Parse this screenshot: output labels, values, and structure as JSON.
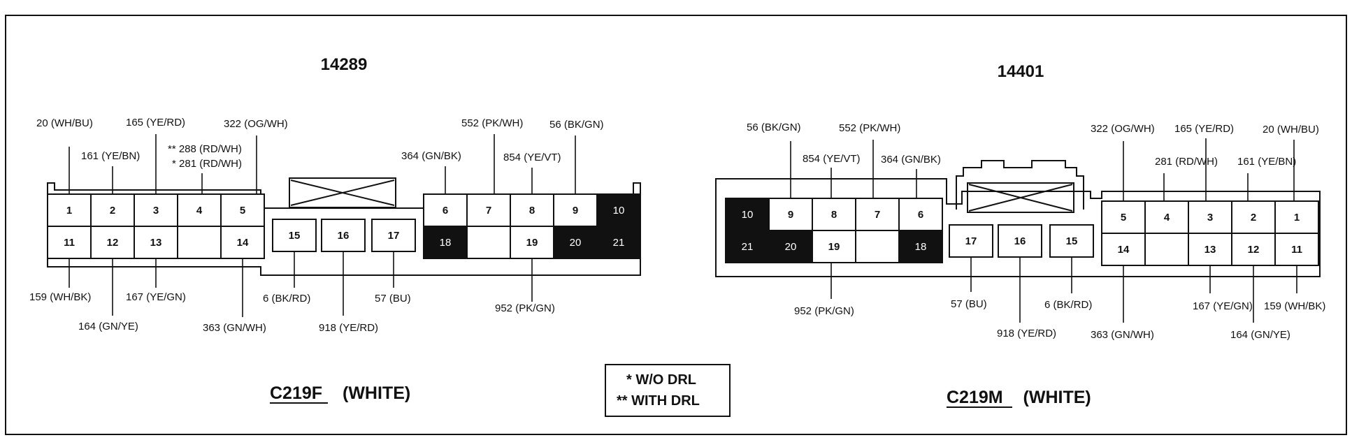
{
  "left": {
    "part_number": "14289",
    "connector_id": "C219F",
    "connector_color": "(WHITE)",
    "pins": [
      {
        "n": "1",
        "dark": false
      },
      {
        "n": "2",
        "dark": false
      },
      {
        "n": "3",
        "dark": false
      },
      {
        "n": "4",
        "dark": false
      },
      {
        "n": "5",
        "dark": false
      },
      {
        "n": "11",
        "dark": false
      },
      {
        "n": "12",
        "dark": false
      },
      {
        "n": "13",
        "dark": false
      },
      {
        "n": "",
        "dark": false
      },
      {
        "n": "14",
        "dark": false
      },
      {
        "n": "15",
        "dark": false
      },
      {
        "n": "16",
        "dark": false
      },
      {
        "n": "17",
        "dark": false
      },
      {
        "n": "6",
        "dark": false
      },
      {
        "n": "7",
        "dark": false
      },
      {
        "n": "8",
        "dark": false
      },
      {
        "n": "9",
        "dark": false
      },
      {
        "n": "10",
        "dark": true
      },
      {
        "n": "18",
        "dark": true
      },
      {
        "n": "",
        "dark": false
      },
      {
        "n": "19",
        "dark": false
      },
      {
        "n": "20",
        "dark": true
      },
      {
        "n": "21",
        "dark": true
      }
    ],
    "wires": [
      "20 (WH/BU)",
      "161 (YE/BN)",
      "165 (YE/RD)",
      "** 288 (RD/WH)",
      "* 281 (RD/WH)",
      "322 (OG/WH)",
      "364 (GN/BK)",
      "552 (PK/WH)",
      "854 (YE/VT)",
      "56 (BK/GN)",
      "159 (WH/BK)",
      "164 (GN/YE)",
      "167 (YE/GN)",
      "363 (GN/WH)",
      "6 (BK/RD)",
      "918 (YE/RD)",
      "57 (BU)",
      "952 (PK/GN)"
    ]
  },
  "right": {
    "part_number": "14401",
    "connector_id": "C219M",
    "connector_color": "(WHITE)",
    "pins": [
      {
        "n": "10",
        "dark": true
      },
      {
        "n": "9",
        "dark": false
      },
      {
        "n": "8",
        "dark": false
      },
      {
        "n": "7",
        "dark": false
      },
      {
        "n": "6",
        "dark": false
      },
      {
        "n": "21",
        "dark": true
      },
      {
        "n": "20",
        "dark": true
      },
      {
        "n": "19",
        "dark": false
      },
      {
        "n": "",
        "dark": false
      },
      {
        "n": "18",
        "dark": true
      },
      {
        "n": "17",
        "dark": false
      },
      {
        "n": "16",
        "dark": false
      },
      {
        "n": "15",
        "dark": false
      },
      {
        "n": "5",
        "dark": false
      },
      {
        "n": "4",
        "dark": false
      },
      {
        "n": "3",
        "dark": false
      },
      {
        "n": "2",
        "dark": false
      },
      {
        "n": "1",
        "dark": false
      },
      {
        "n": "14",
        "dark": false
      },
      {
        "n": "",
        "dark": false
      },
      {
        "n": "13",
        "dark": false
      },
      {
        "n": "12",
        "dark": false
      },
      {
        "n": "11",
        "dark": false
      }
    ],
    "wires": [
      "56 (BK/GN)",
      "552 (PK/WH)",
      "854 (YE/VT)",
      "364 (GN/BK)",
      "322 (OG/WH)",
      "165 (YE/RD)",
      "20 (WH/BU)",
      "281 (RD/WH)",
      "161 (YE/BN)",
      "952 (PK/GN)",
      "57 (BU)",
      "918 (YE/RD)",
      "6 (BK/RD)",
      "363 (GN/WH)",
      "167 (YE/GN)",
      "164 (GN/YE)",
      "159 (WH/BK)"
    ]
  },
  "legend": {
    "line1": "*  W/O DRL",
    "line2": "**  WITH DRL"
  }
}
